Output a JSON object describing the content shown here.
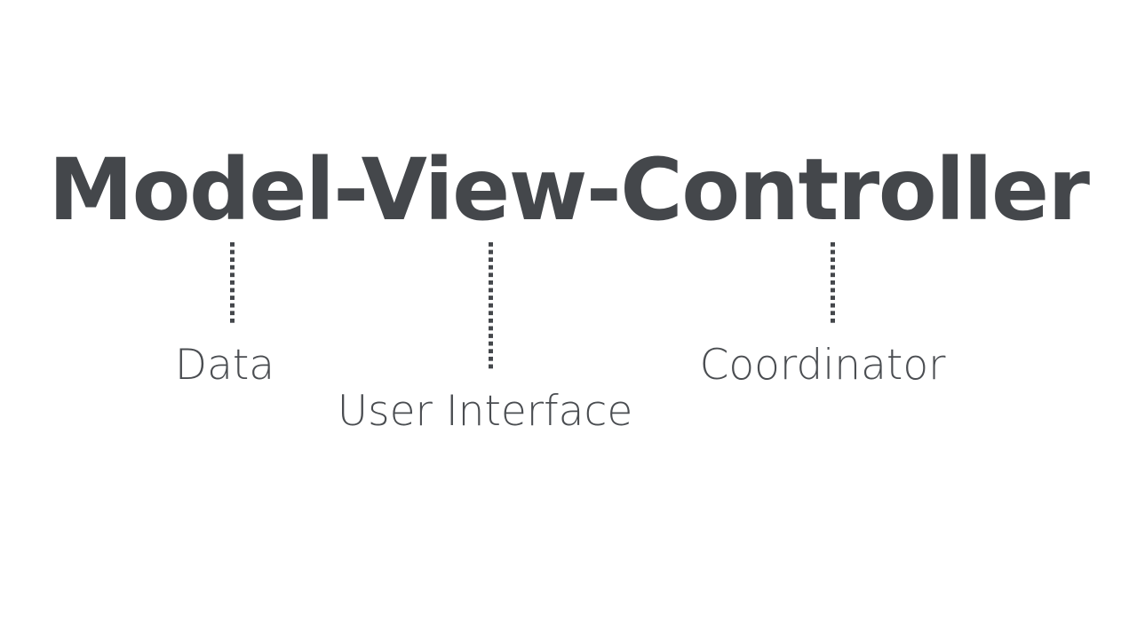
{
  "slide": {
    "background_color": "#ffffff",
    "text_color": "#44474b",
    "title": "Model-View-Controller",
    "title_parts": [
      "Model",
      "View",
      "Controller"
    ],
    "annotations": [
      {
        "term": "Model",
        "label": "Data",
        "connector": "dotted-vertical-line"
      },
      {
        "term": "View",
        "label": "User Interface",
        "connector": "dotted-vertical-line"
      },
      {
        "term": "Controller",
        "label": "Coordinator",
        "connector": "dotted-vertical-line"
      }
    ]
  }
}
